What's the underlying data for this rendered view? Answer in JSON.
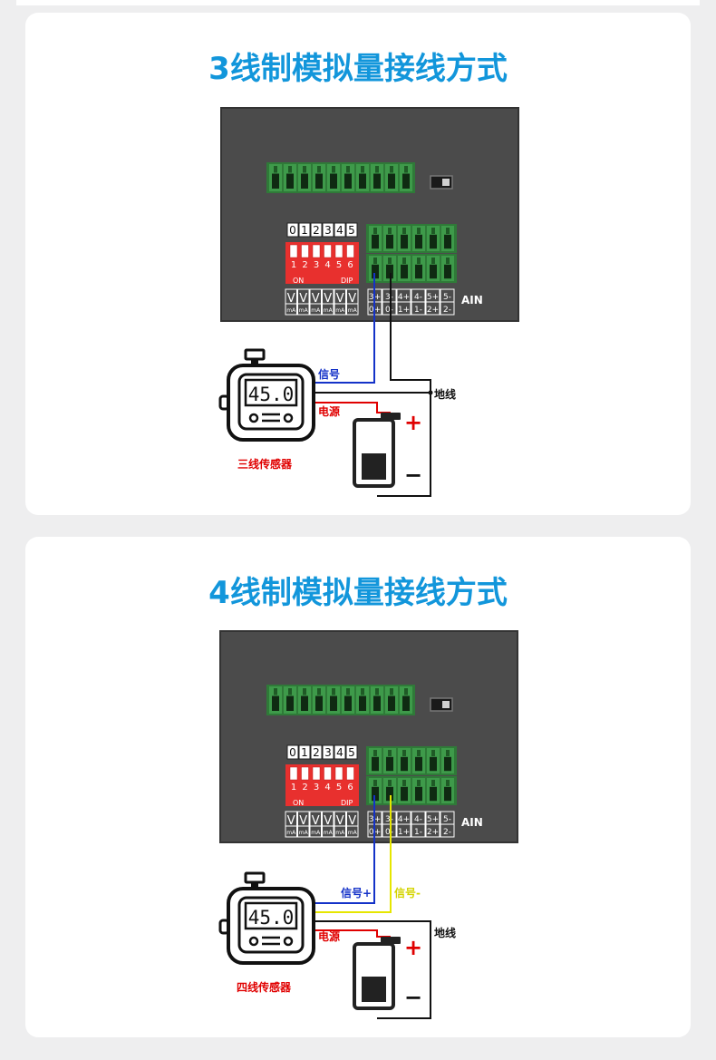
{
  "sections": [
    {
      "title": "3线制模拟量接线方式",
      "dip_numbers": [
        "0",
        "1",
        "2",
        "3",
        "4",
        "5"
      ],
      "dip_switch_numbers": [
        "1",
        "2",
        "3",
        "4",
        "5",
        "6"
      ],
      "dip_on_label": "ON",
      "dip_label": "DIP",
      "voltage_labels": [
        "V",
        "V",
        "V",
        "V",
        "V",
        "V"
      ],
      "current_labels": [
        "mA",
        "mA",
        "mA",
        "mA",
        "mA",
        "mA"
      ],
      "terminal_top_labels": [
        "3+",
        "3-",
        "4+",
        "4-",
        "5+",
        "5-"
      ],
      "terminal_bottom_labels": [
        "0+",
        "0-",
        "1+",
        "1-",
        "2+",
        "2-"
      ],
      "port_label": "AIN",
      "sensor_display": "45.0",
      "signal_label": "信号",
      "ground_label": "地线",
      "power_label": "电源",
      "battery_plus": "+",
      "battery_minus": "−",
      "sensor_name": "三线传感器"
    },
    {
      "title": "4线制模拟量接线方式",
      "dip_numbers": [
        "0",
        "1",
        "2",
        "3",
        "4",
        "5"
      ],
      "dip_switch_numbers": [
        "1",
        "2",
        "3",
        "4",
        "5",
        "6"
      ],
      "dip_on_label": "ON",
      "dip_label": "DIP",
      "voltage_labels": [
        "V",
        "V",
        "V",
        "V",
        "V",
        "V"
      ],
      "current_labels": [
        "mA",
        "mA",
        "mA",
        "mA",
        "mA",
        "mA"
      ],
      "terminal_top_labels": [
        "3+",
        "3-",
        "4+",
        "4-",
        "5+",
        "5-"
      ],
      "terminal_bottom_labels": [
        "0+",
        "0-",
        "1+",
        "1-",
        "2+",
        "2-"
      ],
      "port_label": "AIN",
      "sensor_display": "45.0",
      "signal_plus_label": "信号+",
      "signal_minus_label": "信号-",
      "ground_label": "地线",
      "power_label": "电源",
      "battery_plus": "+",
      "battery_minus": "−",
      "sensor_name": "四线传感器"
    }
  ],
  "colors": {
    "title": "#1296db",
    "panel": "#4b4b4b",
    "terminal_green": "#3e9a4a",
    "dip_red": "#e8302e",
    "signal_blue": "#1432c8",
    "signal_yellow": "#e6e600",
    "power_red": "#e00000",
    "ground_black": "#111111"
  }
}
